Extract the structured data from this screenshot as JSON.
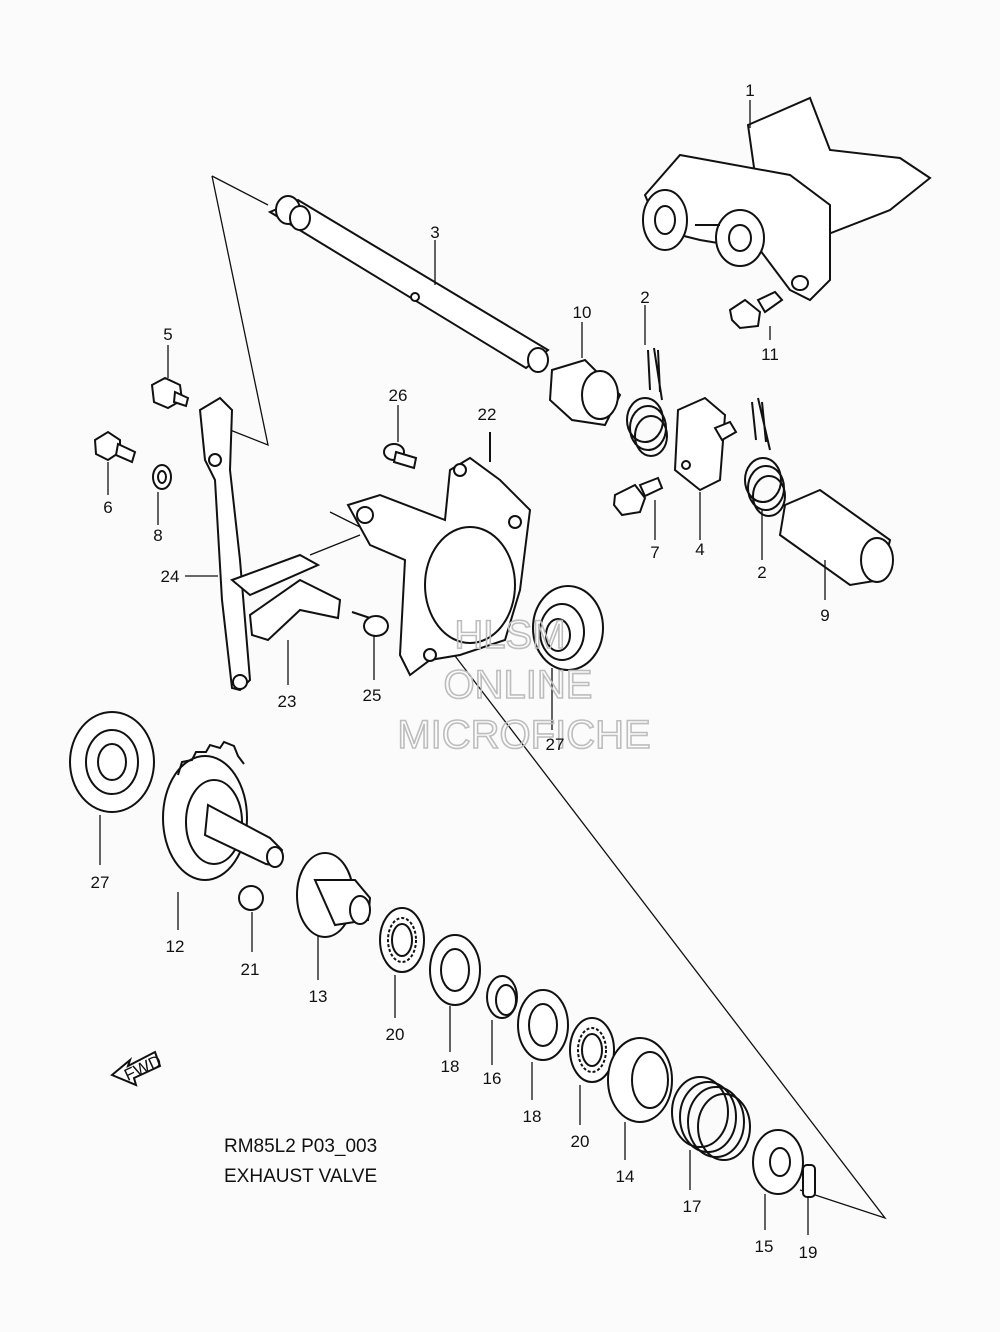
{
  "diagram": {
    "caption": {
      "line1": "RM85L2 P03_003",
      "line2": "EXHAUST VALVE"
    },
    "watermark": {
      "line1": "HLSM",
      "line2": "ONLINE",
      "line3": "MICROFICHE"
    },
    "fwd_label": "FWD",
    "callouts": [
      {
        "id": "c1",
        "text": "1"
      },
      {
        "id": "c2a",
        "text": "2"
      },
      {
        "id": "c2b",
        "text": "2"
      },
      {
        "id": "c3",
        "text": "3"
      },
      {
        "id": "c4",
        "text": "4"
      },
      {
        "id": "c5",
        "text": "5"
      },
      {
        "id": "c6",
        "text": "6"
      },
      {
        "id": "c7",
        "text": "7"
      },
      {
        "id": "c8",
        "text": "8"
      },
      {
        "id": "c9",
        "text": "9"
      },
      {
        "id": "c10",
        "text": "10"
      },
      {
        "id": "c11",
        "text": "11"
      },
      {
        "id": "c12",
        "text": "12"
      },
      {
        "id": "c13",
        "text": "13"
      },
      {
        "id": "c14",
        "text": "14"
      },
      {
        "id": "c15",
        "text": "15"
      },
      {
        "id": "c16",
        "text": "16"
      },
      {
        "id": "c17",
        "text": "17"
      },
      {
        "id": "c18a",
        "text": "18"
      },
      {
        "id": "c18b",
        "text": "18"
      },
      {
        "id": "c19",
        "text": "19"
      },
      {
        "id": "c20a",
        "text": "20"
      },
      {
        "id": "c20b",
        "text": "20"
      },
      {
        "id": "c21",
        "text": "21"
      },
      {
        "id": "c22",
        "text": "22"
      },
      {
        "id": "c23",
        "text": "23"
      },
      {
        "id": "c24",
        "text": "24"
      },
      {
        "id": "c25",
        "text": "25"
      },
      {
        "id": "c26",
        "text": "26"
      },
      {
        "id": "c27a",
        "text": "27"
      },
      {
        "id": "c27b",
        "text": "27"
      }
    ]
  }
}
